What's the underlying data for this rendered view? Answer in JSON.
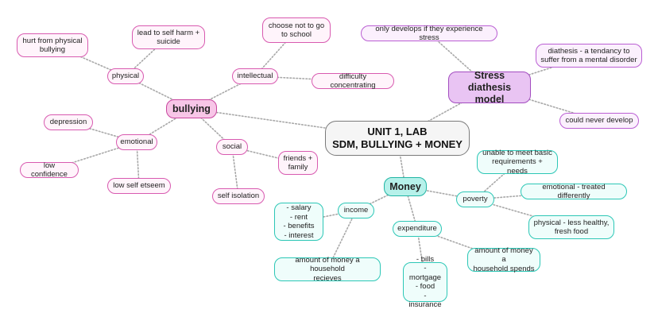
{
  "root": "UNIT 1, LAB\nSDM, BULLYING + MONEY",
  "colors": {
    "pink": "#d85ab0",
    "purple": "#ba5ed3",
    "teal": "#2cc7b6",
    "root": "#7a7a7a",
    "link": "#a8a8a8"
  },
  "bullying": {
    "title": "bullying",
    "physical": {
      "label": "physical",
      "leaves": [
        "hurt from physical\nbullying",
        "lead to self harm +\nsuicide"
      ]
    },
    "intellectual": {
      "label": "intellectual",
      "leaves": [
        "choose not to go\nto school",
        "difficulty concentrating"
      ]
    },
    "emotional": {
      "label": "emotional",
      "leaves": [
        "depression",
        "low confidence",
        "low self etseem"
      ]
    },
    "social": {
      "label": "social",
      "leaves": [
        "friends +\nfamily",
        "self isolation"
      ]
    }
  },
  "stress": {
    "title": "Stress diathesis\nmodel",
    "leaves": [
      "only develops if they experience stress",
      "diathesis - a tendancy  to\nsuffer from a mental disorder",
      "could never develop"
    ]
  },
  "money": {
    "title": "Money",
    "income": {
      "label": "income",
      "leaves": [
        "- salary\n- rent\n- benefits\n- interest",
        "amount of money a household\nrecieves"
      ]
    },
    "expenditure": {
      "label": "expenditure",
      "leaves": [
        "- bills\n- mortgage\n- food\n- insurance",
        "amount of money a\nhousehold spends"
      ]
    },
    "poverty": {
      "label": "poverty",
      "leaves": [
        "unable to meet basic\nrequirements + needs",
        "emotional - treated differently",
        "physical - less healthy,\nfresh food"
      ]
    }
  }
}
